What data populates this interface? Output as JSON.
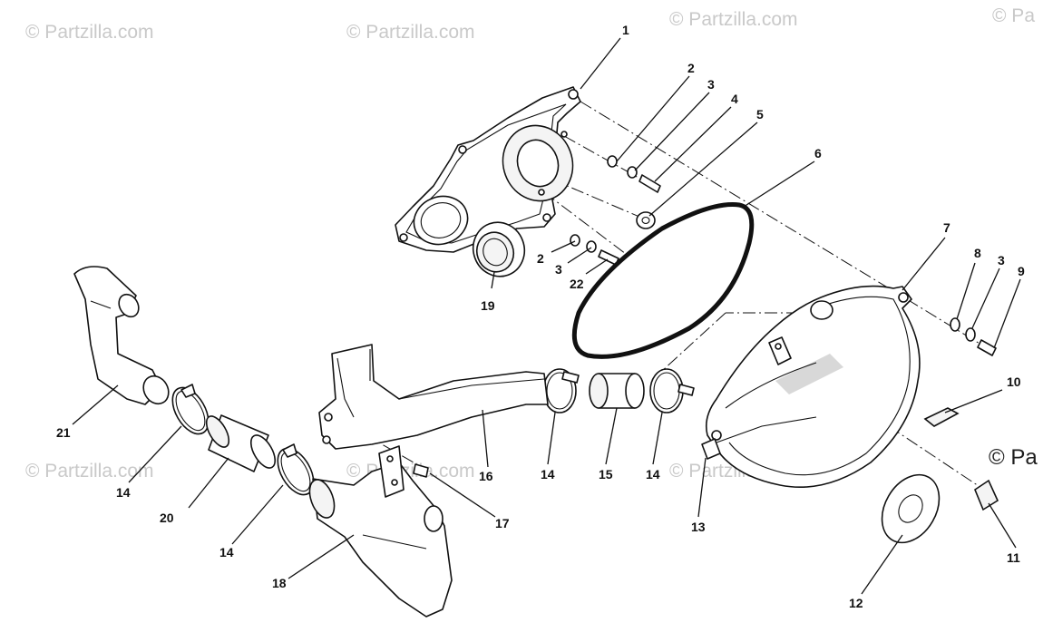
{
  "watermarks": {
    "w1": "© Partzilla.com",
    "w2": "© Partzilla.com",
    "w3": "© Partzilla.com",
    "w4": "© Pa",
    "w5": "© Partzilla.com",
    "w6": "© Partzilla.com",
    "w7": "© Partzilla.com",
    "w8": "© Pa"
  },
  "callouts": {
    "c1": "1",
    "c2a": "2",
    "c3a": "3",
    "c4": "4",
    "c5": "5",
    "c6": "6",
    "c2b": "2",
    "c3b": "3",
    "c22": "22",
    "c19": "19",
    "c7": "7",
    "c8": "8",
    "c3c": "3",
    "c9": "9",
    "c10": "10",
    "c11": "11",
    "c12": "12",
    "c13": "13",
    "c14a": "14",
    "c14b": "14",
    "c14c": "14",
    "c14d": "14",
    "c15": "15",
    "c16": "16",
    "c17": "17",
    "c18": "18",
    "c20": "20",
    "c21": "21"
  }
}
